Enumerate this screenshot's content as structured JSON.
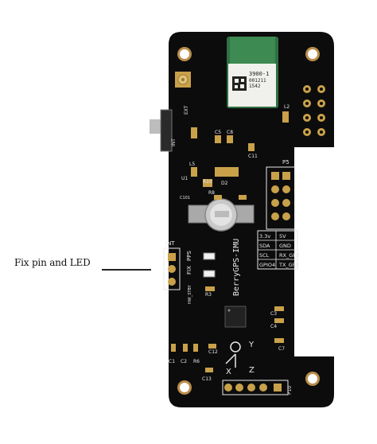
{
  "annotation": {
    "label": "Fix pin and LED"
  },
  "module": {
    "line1": "3900-1",
    "line2": "001211",
    "line3": "1542"
  },
  "board": {
    "name": "BerryGPS-IMU",
    "int_label": "INT",
    "fix_label": "FIX",
    "pps_label": "PPS",
    "stby_label": "HW_STBY",
    "p5_label": "P5",
    "p10_label": "P10",
    "int_top_label": "INT",
    "ext_label": "EXT",
    "axis_x": "X",
    "axis_y": "Y",
    "axis_z": "Z"
  },
  "pin_table": {
    "rows": [
      [
        "3.3v",
        "5V"
      ],
      [
        "SDA",
        "GND"
      ],
      [
        "SCL",
        "RX_GPS"
      ],
      [
        "GPIO4",
        "TX_GPS"
      ]
    ]
  },
  "components": {
    "c1": "C1",
    "c2": "C2",
    "r6": "R6",
    "c13": "C13",
    "c12": "C12",
    "c7": "C7",
    "c4": "C4",
    "c3": "C3",
    "r8": "R8",
    "r3": "R3",
    "c8": "C8",
    "c5": "C5",
    "c11": "C11",
    "d2": "D2",
    "r10": "R10",
    "l2": "L2",
    "l5": "L5",
    "u1": "U1",
    "c101": "C101"
  },
  "colors": {
    "pcb": "#0c0c0c",
    "silkscreen": "#e8e8e8",
    "gold": "#c9a14a",
    "module_green": "#3d8a52"
  }
}
